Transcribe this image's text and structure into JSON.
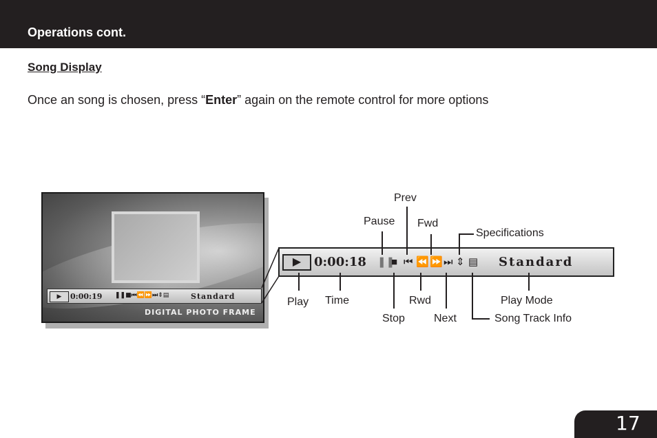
{
  "header": {
    "title": "Operations cont."
  },
  "section": {
    "title": "Song Display"
  },
  "intro": {
    "before": "Once an song is chosen, press “",
    "bold": "Enter",
    "after": "” again on the remote control for more options"
  },
  "screen": {
    "small_time": "0:00:19",
    "small_mode": "Standard",
    "brand": "DIGITAL PHOTO FRAME"
  },
  "bar": {
    "time": "0:00:18",
    "mode": "Standard",
    "icons": [
      "pause-icon",
      "stop-icon",
      "prev-icon",
      "rwd-icon",
      "fwd-icon",
      "next-icon",
      "play-mode-icon",
      "track-info-icon"
    ]
  },
  "labels": {
    "prev": "Prev",
    "pause": "Pause",
    "fwd": "Fwd",
    "specifications": "Specifications",
    "play": "Play",
    "time": "Time",
    "rwd": "Rwd",
    "play_mode": "Play Mode",
    "stop": "Stop",
    "next": "Next",
    "song_track_info": "Song Track Info"
  },
  "page_number": "17",
  "colors": {
    "dark": "#231f20",
    "white": "#ffffff"
  }
}
